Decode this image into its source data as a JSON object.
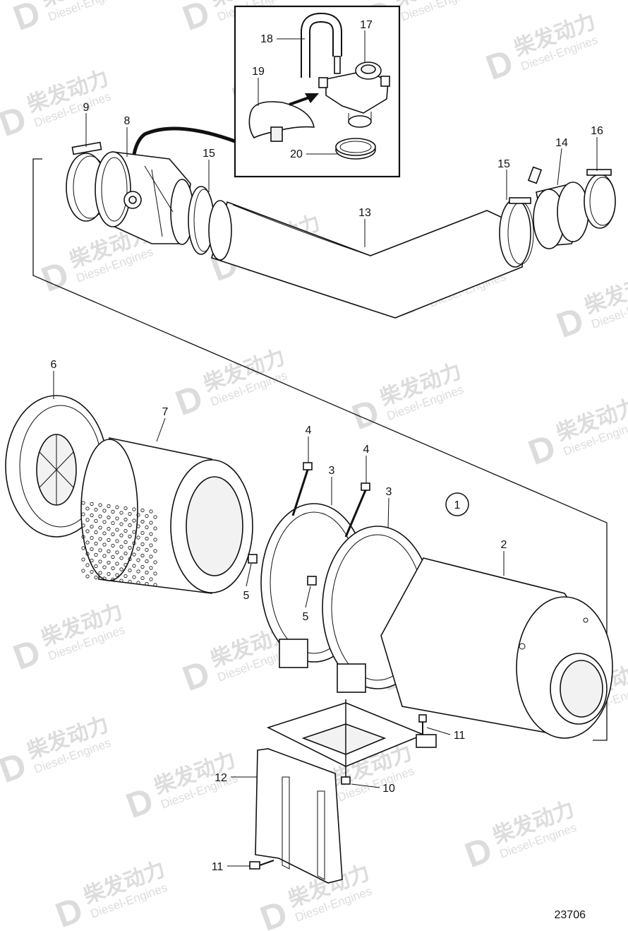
{
  "drawing_number": "23706",
  "callouts": [
    "1",
    "2",
    "3",
    "3",
    "4",
    "4",
    "5",
    "5",
    "6",
    "7",
    "8",
    "9",
    "10",
    "11",
    "11",
    "12",
    "13",
    "14",
    "15",
    "15",
    "16",
    "17",
    "18",
    "19",
    "20"
  ],
  "watermark": {
    "cn": "柴发动力",
    "en": "Diesel-Engines"
  }
}
